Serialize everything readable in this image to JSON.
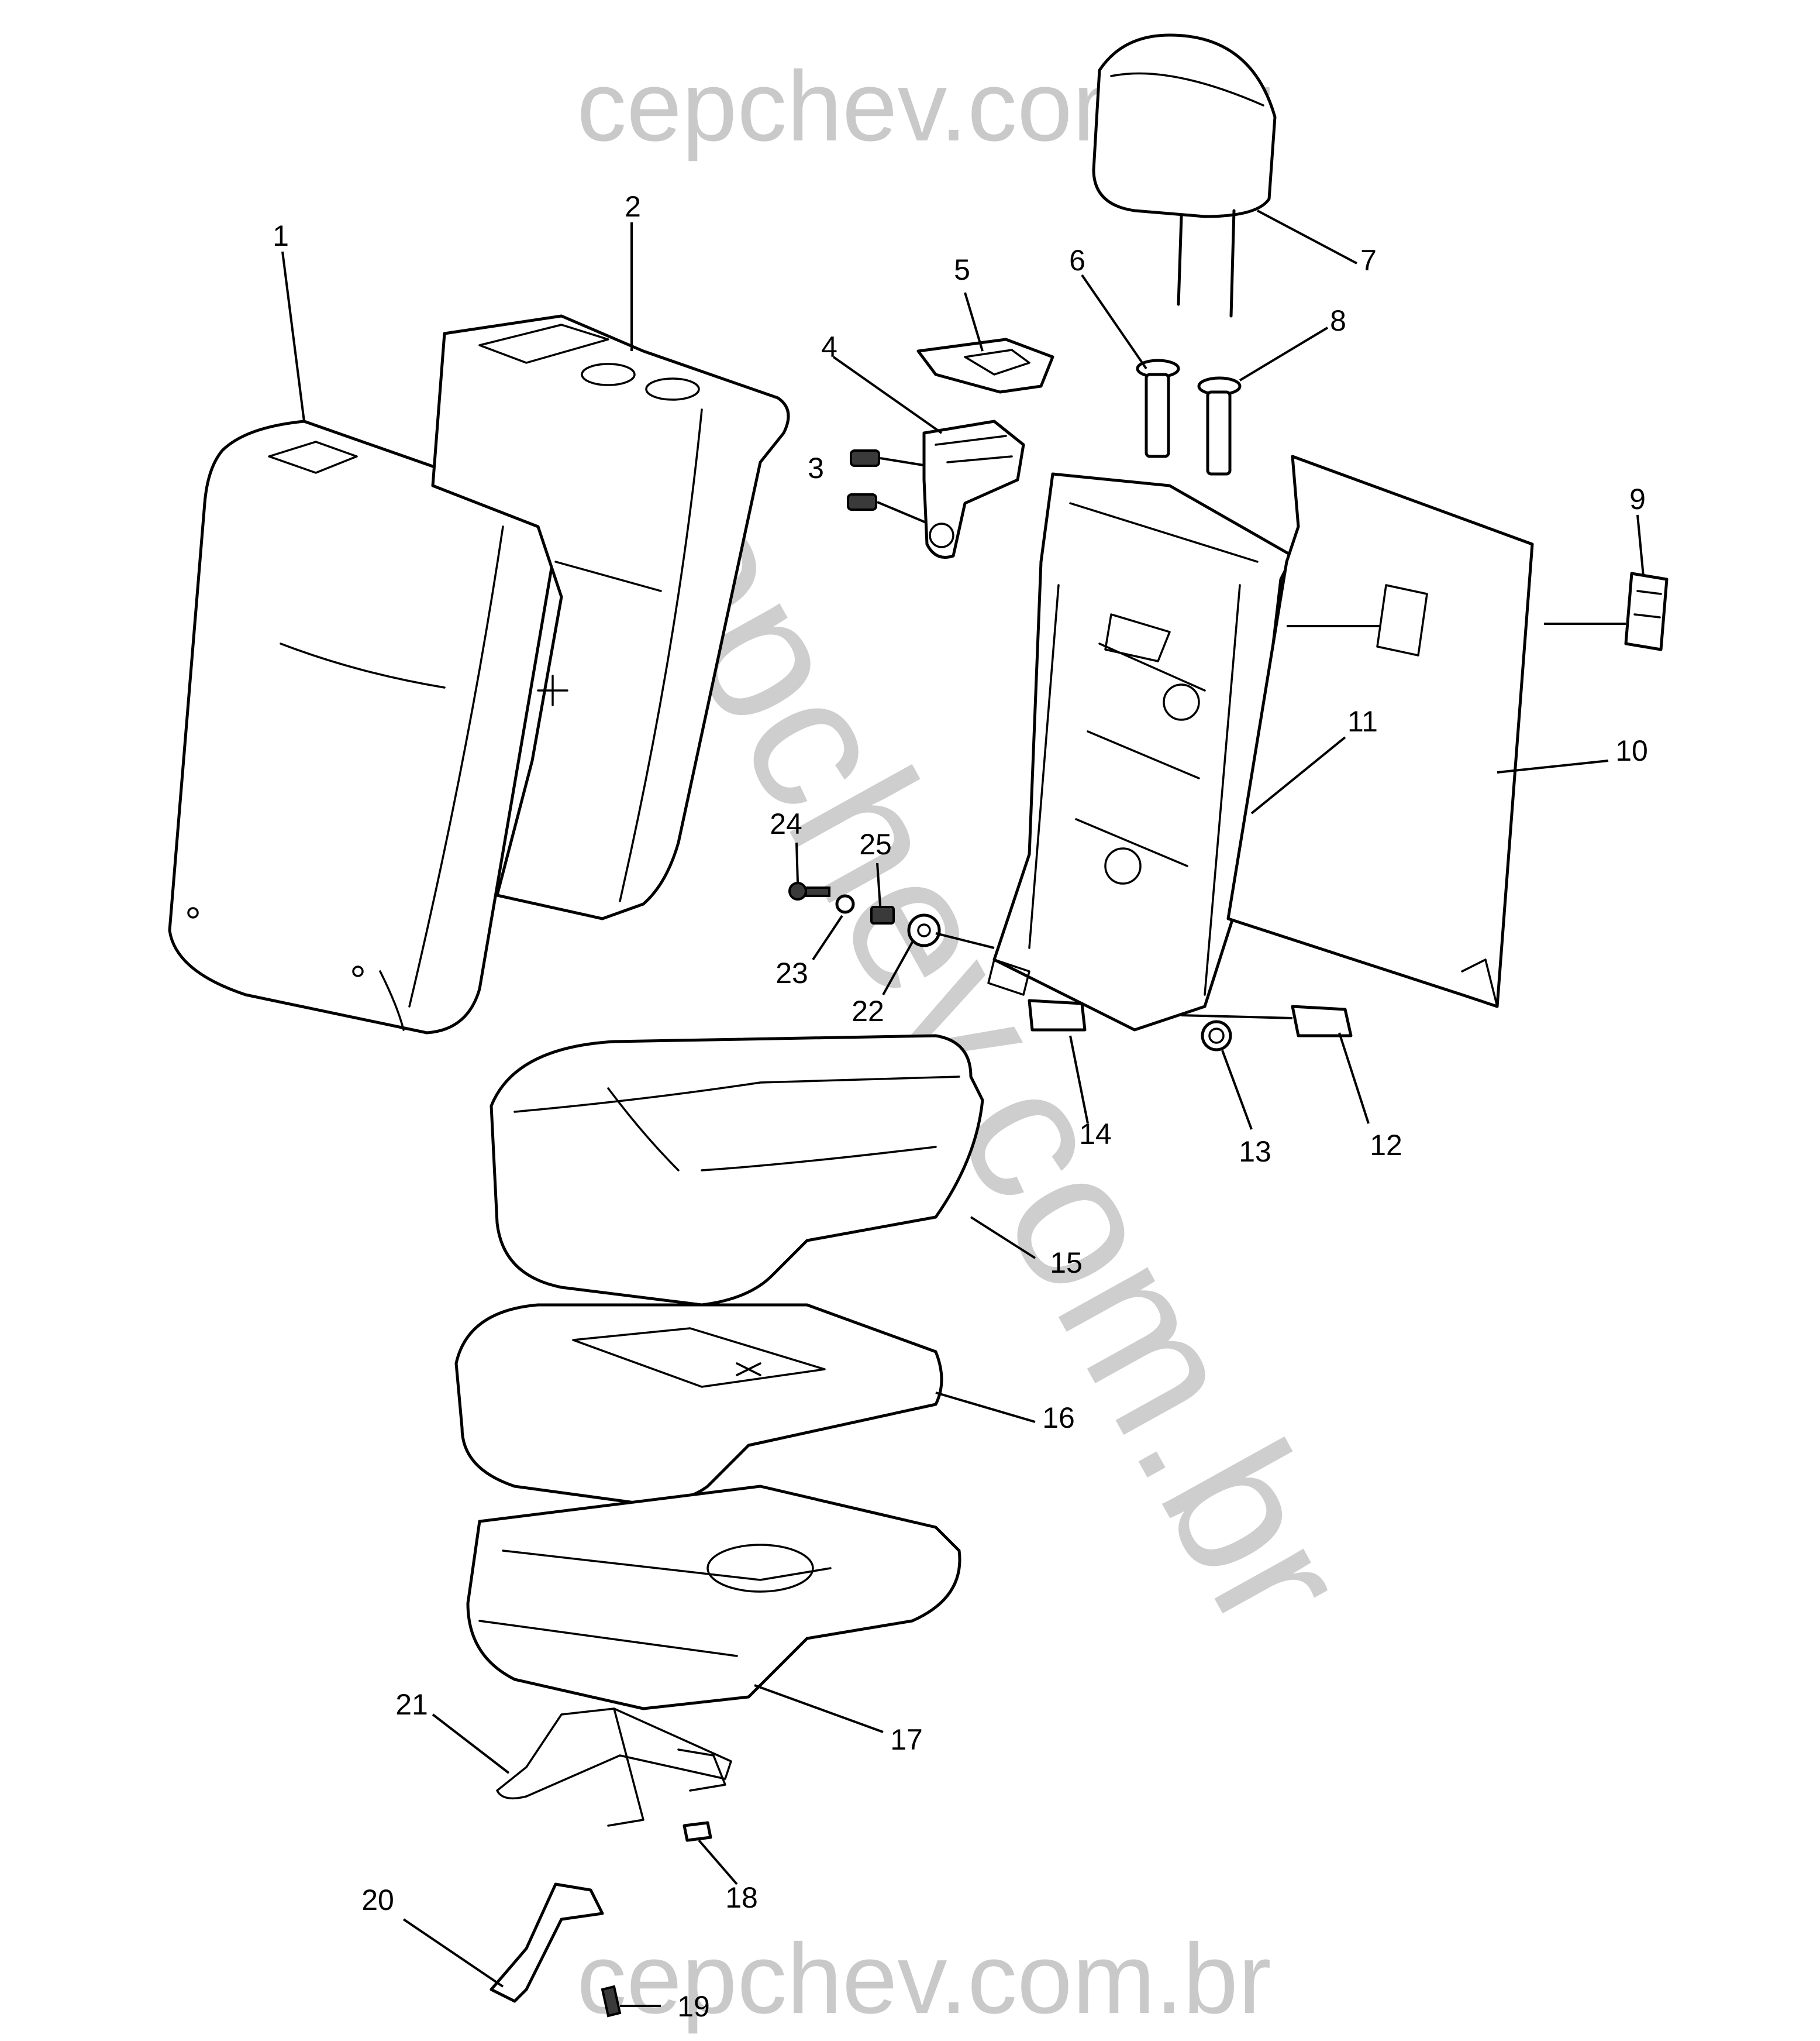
{
  "watermark": {
    "top": "cepchev.com.br",
    "diagonal": "cepchev.com.br",
    "bottom": "cepchev.com.br"
  },
  "callouts": [
    {
      "id": "1",
      "label": "1"
    },
    {
      "id": "2",
      "label": "2"
    },
    {
      "id": "3",
      "label": "3"
    },
    {
      "id": "4",
      "label": "4"
    },
    {
      "id": "5",
      "label": "5"
    },
    {
      "id": "6",
      "label": "6"
    },
    {
      "id": "7",
      "label": "7"
    },
    {
      "id": "8",
      "label": "8"
    },
    {
      "id": "9",
      "label": "9"
    },
    {
      "id": "10",
      "label": "10"
    },
    {
      "id": "11",
      "label": "11"
    },
    {
      "id": "12",
      "label": "12"
    },
    {
      "id": "13",
      "label": "13"
    },
    {
      "id": "14",
      "label": "14"
    },
    {
      "id": "15",
      "label": "15"
    },
    {
      "id": "16",
      "label": "16"
    },
    {
      "id": "17",
      "label": "17"
    },
    {
      "id": "18",
      "label": "18"
    },
    {
      "id": "19",
      "label": "19"
    },
    {
      "id": "20",
      "label": "20"
    },
    {
      "id": "21",
      "label": "21"
    },
    {
      "id": "22",
      "label": "22"
    },
    {
      "id": "23",
      "label": "23"
    },
    {
      "id": "24",
      "label": "24"
    },
    {
      "id": "25",
      "label": "25"
    }
  ]
}
